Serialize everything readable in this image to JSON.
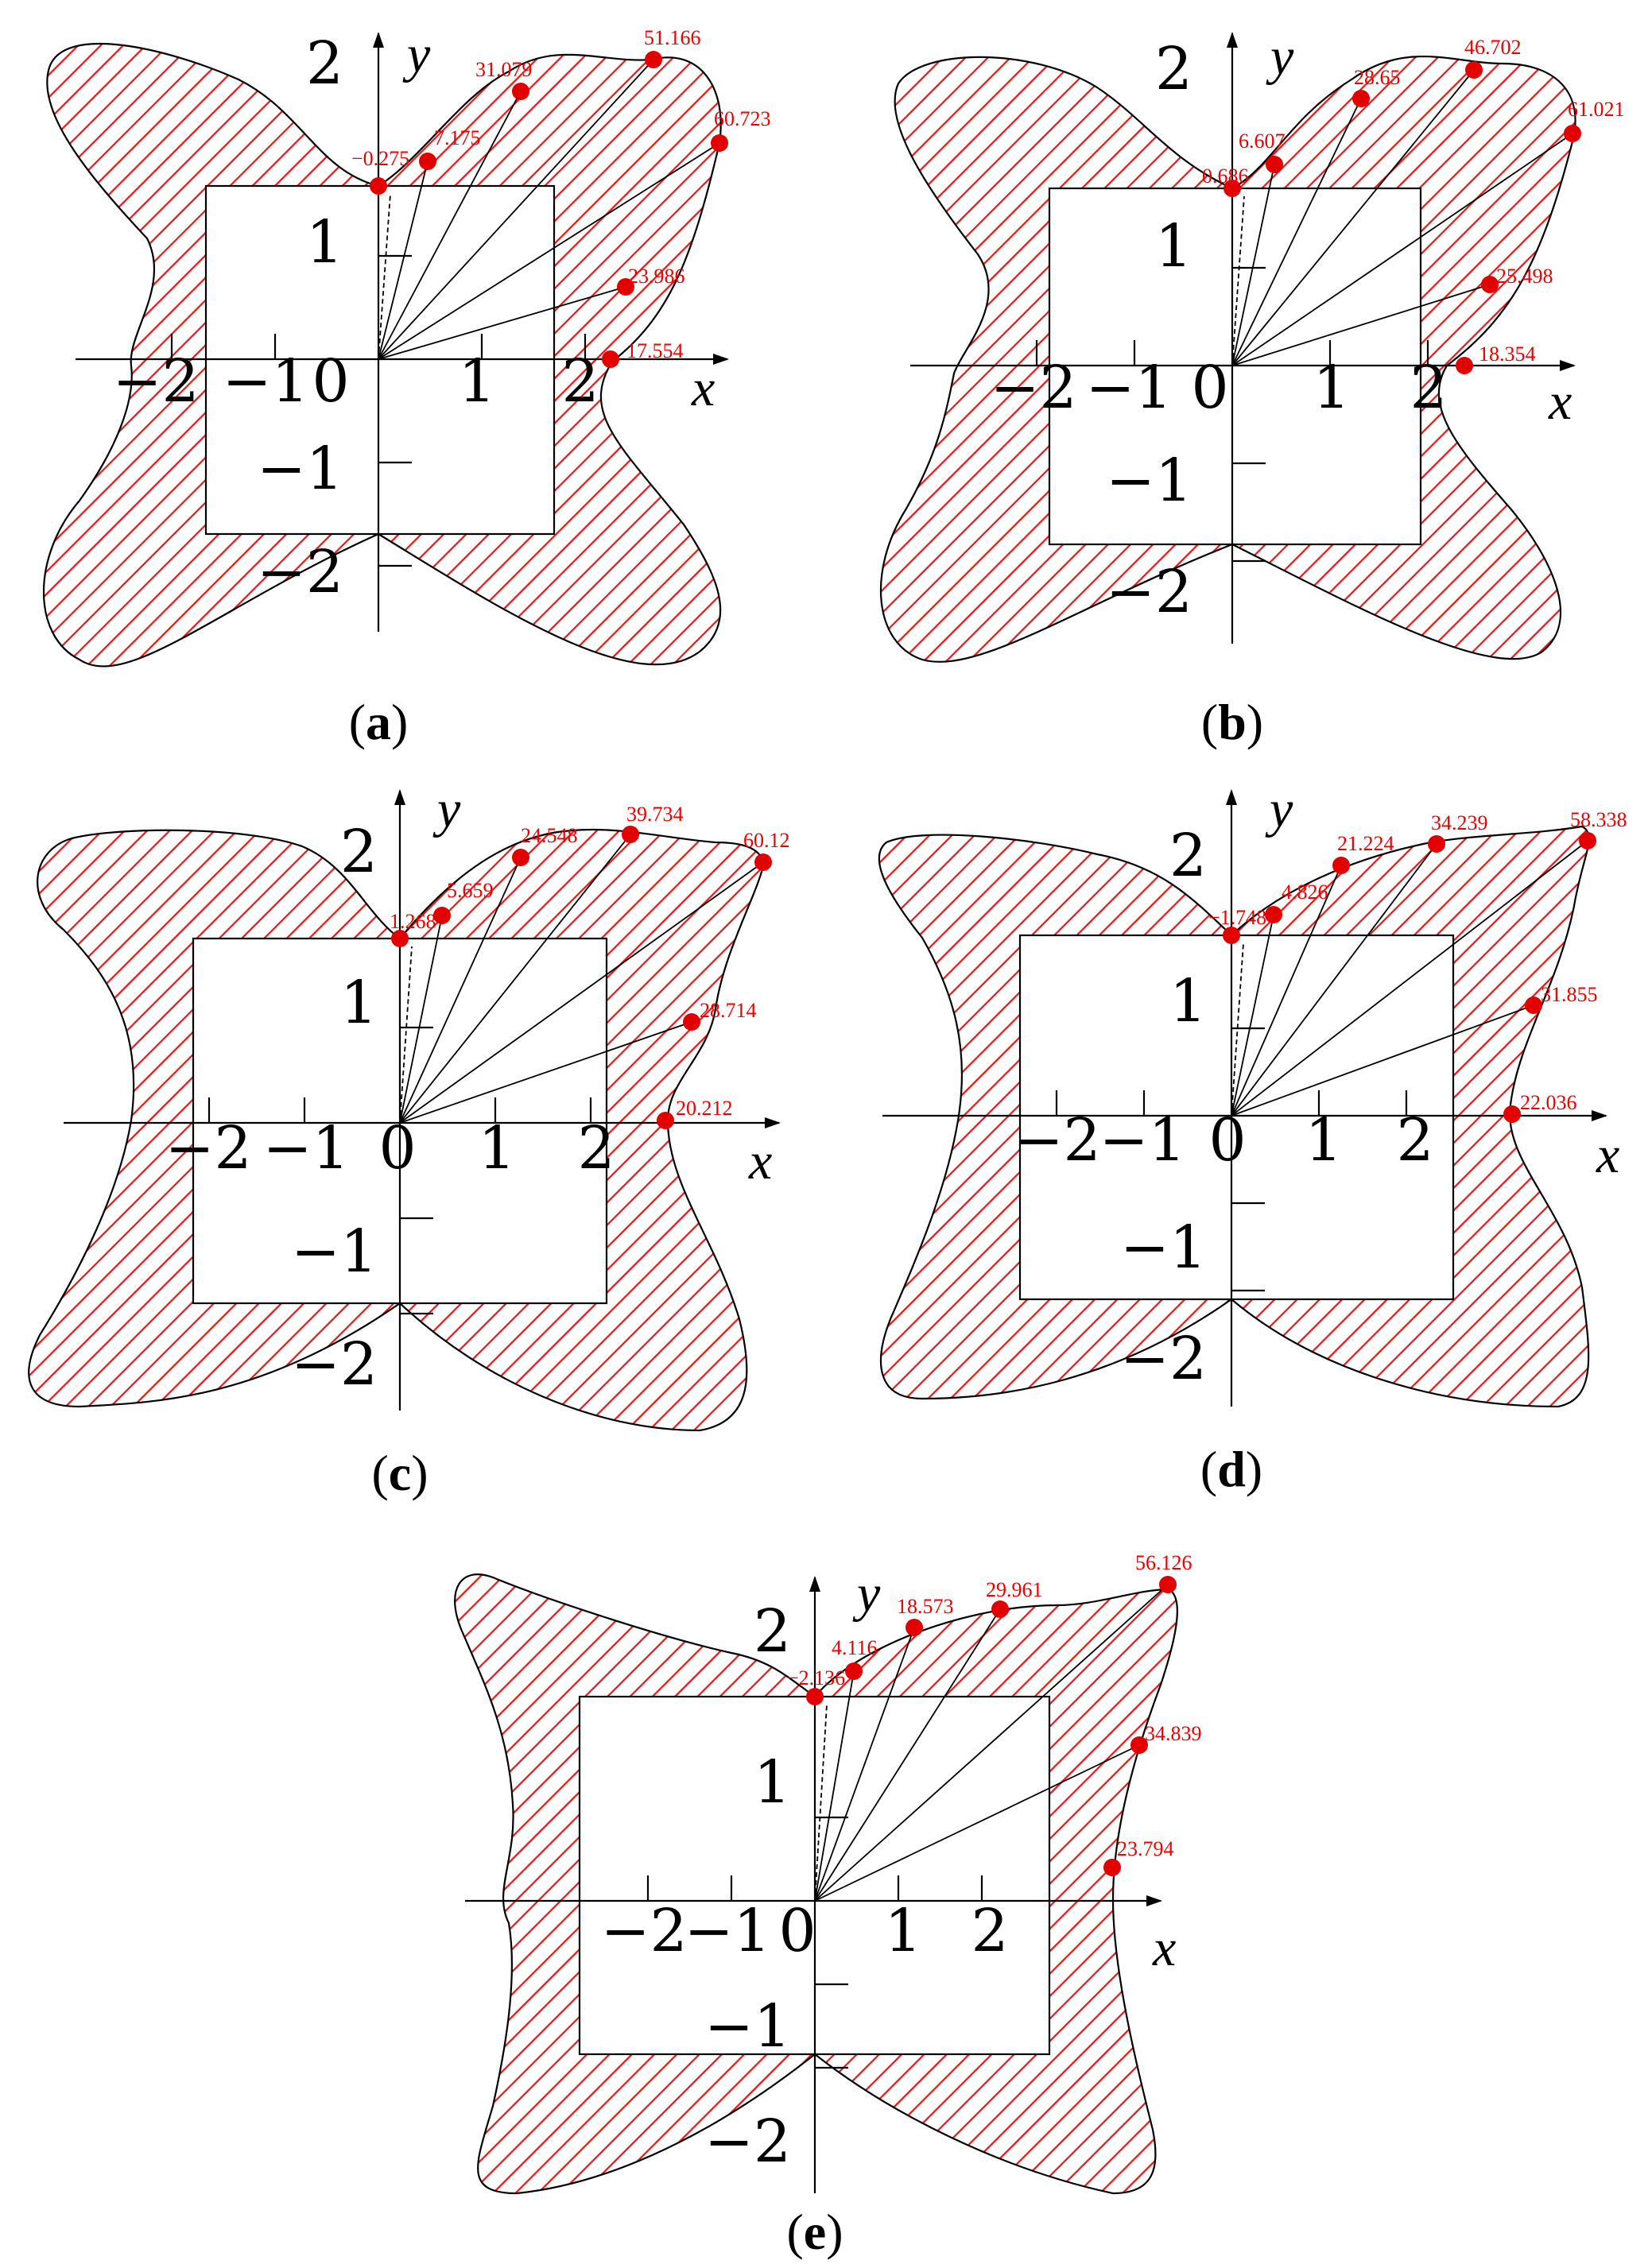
{
  "colors": {
    "hatch": "#e31a1a",
    "points": "#e30000",
    "labels": "#ee0000",
    "lines": "#000000"
  },
  "axis_labels": {
    "x": "x",
    "y": "y"
  },
  "origin_label": "0",
  "panels": [
    {
      "id": "a",
      "caption": "a",
      "x_ticks": [
        "−2",
        "−1",
        "1",
        "2"
      ],
      "y_ticks": [
        "2",
        "1",
        "−1",
        "−2"
      ],
      "points": [
        {
          "label": "−0.275"
        },
        {
          "label": "7.175"
        },
        {
          "label": "31.079"
        },
        {
          "label": "51.166"
        },
        {
          "label": "60.723"
        },
        {
          "label": "23.986"
        },
        {
          "label": "17.554"
        }
      ]
    },
    {
      "id": "b",
      "caption": "b",
      "x_ticks": [
        "−2",
        "−1",
        "1",
        "2"
      ],
      "y_ticks": [
        "2",
        "1",
        "−1",
        "−2"
      ],
      "points": [
        {
          "label": "0.686"
        },
        {
          "label": "6.607"
        },
        {
          "label": "28.65"
        },
        {
          "label": "46.702"
        },
        {
          "label": "61.021"
        },
        {
          "label": "25.498"
        },
        {
          "label": "18.354"
        }
      ]
    },
    {
      "id": "c",
      "caption": "c",
      "x_ticks": [
        "−2",
        "−1",
        "1",
        "2"
      ],
      "y_ticks": [
        "2",
        "1",
        "−1",
        "−2"
      ],
      "points": [
        {
          "label": "1.268"
        },
        {
          "label": "5.659"
        },
        {
          "label": "24.548"
        },
        {
          "label": "39.734"
        },
        {
          "label": "60.12"
        },
        {
          "label": "28.714"
        },
        {
          "label": "20.212"
        }
      ]
    },
    {
      "id": "d",
      "caption": "d",
      "x_ticks": [
        "−2",
        "−1",
        "1",
        "2"
      ],
      "y_ticks": [
        "2",
        "1",
        "−1",
        "−2"
      ],
      "points": [
        {
          "label": "−1.748"
        },
        {
          "label": "4.826"
        },
        {
          "label": "21.224"
        },
        {
          "label": "34.239"
        },
        {
          "label": "58.338"
        },
        {
          "label": "31.855"
        },
        {
          "label": "22.036"
        }
      ]
    },
    {
      "id": "e",
      "caption": "e",
      "x_ticks": [
        "−2",
        "−1",
        "1",
        "2"
      ],
      "y_ticks": [
        "2",
        "1",
        "−1",
        "−2"
      ],
      "points": [
        {
          "label": "−2.136"
        },
        {
          "label": "4.116"
        },
        {
          "label": "18.573"
        },
        {
          "label": "29.961"
        },
        {
          "label": "56.126"
        },
        {
          "label": "34.839"
        },
        {
          "label": "23.794"
        }
      ]
    }
  ]
}
